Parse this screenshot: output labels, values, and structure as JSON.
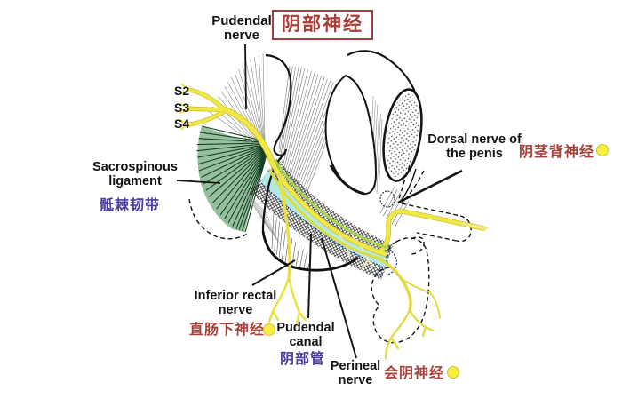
{
  "colors": {
    "label_red": "#a8403a",
    "label_blue": "#4a3da0",
    "marker_yellow": "#f8ef40",
    "marker_border": "#cfc32a",
    "nerve_yellow": "#efe649",
    "ligament_green": "#95c0a0",
    "canal_cyan": "#b5e8e0",
    "ink": "#141414"
  },
  "title": {
    "en_line1": "Pudendal",
    "en_line2": "nerve",
    "zh": "阴部神经"
  },
  "nerve_roots": [
    "S2",
    "S3",
    "S4"
  ],
  "labels": {
    "sacrospinous_ligament": {
      "en_line1": "Sacrospinous",
      "en_line2": "ligament",
      "zh": "骶棘韧带"
    },
    "dorsal_nerve_penis": {
      "en_line1": "Dorsal nerve of",
      "en_line2": "the penis",
      "zh": "阴茎背神经"
    },
    "inferior_rectal_nerve": {
      "en_line1": "Inferior rectal",
      "en_line2": "nerve",
      "zh": "直肠下神经"
    },
    "pudendal_canal": {
      "en_line1": "Pudendal",
      "en_line2": "canal",
      "zh": "阴部管"
    },
    "perineal_nerve": {
      "en_line1": "Perineal",
      "en_line2": "nerve",
      "zh": "会阴神经"
    }
  }
}
